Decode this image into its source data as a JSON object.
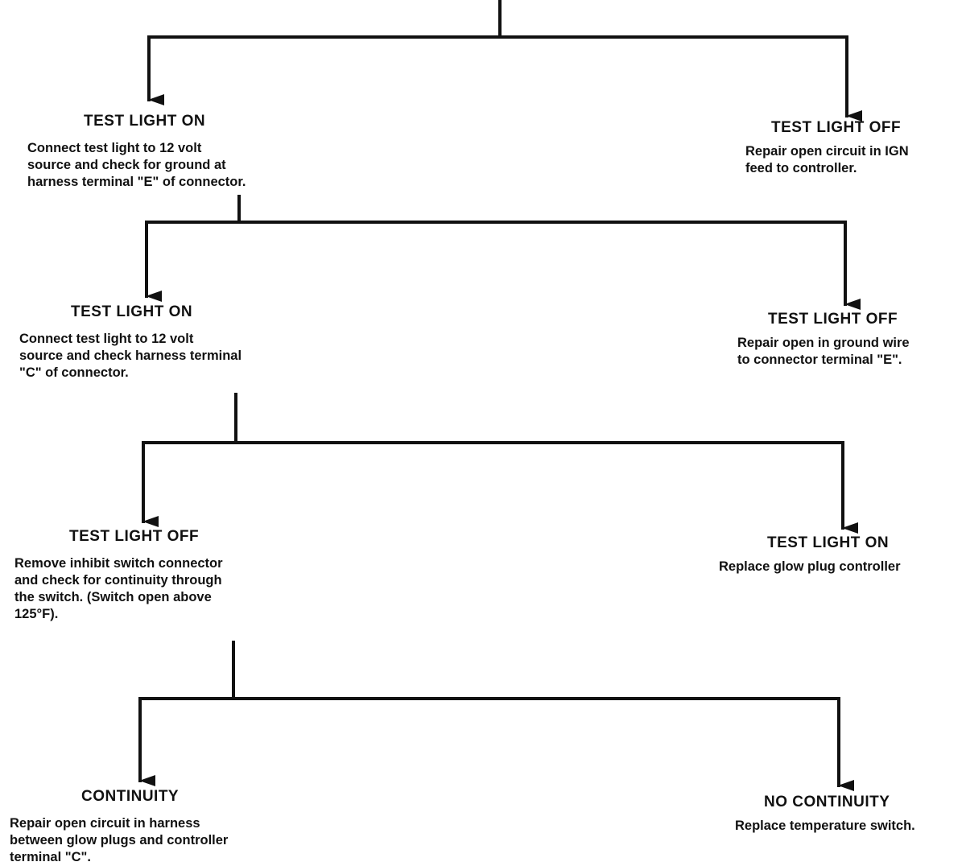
{
  "colors": {
    "ink": "#111111",
    "background": "#ffffff"
  },
  "flowchart": {
    "nodes": [
      {
        "id": "n1-left",
        "heading": "TEST LIGHT ON",
        "body": "Connect test light to 12 volt\nsource and check for ground at\nharness terminal \"E\" of connector."
      },
      {
        "id": "n1-right",
        "heading": "TEST LIGHT OFF",
        "body": "Repair open circuit in IGN\nfeed to controller."
      },
      {
        "id": "n2-left",
        "heading": "TEST LIGHT ON",
        "body": "Connect test light to 12 volt\nsource and check harness terminal\n\"C\" of connector."
      },
      {
        "id": "n2-right",
        "heading": "TEST LIGHT OFF",
        "body": "Repair open in ground wire\nto connector terminal \"E\"."
      },
      {
        "id": "n3-left",
        "heading": "TEST LIGHT OFF",
        "body": "Remove inhibit switch connector\nand check for continuity through\nthe switch. (Switch open above\n125°F)."
      },
      {
        "id": "n3-right",
        "heading": "TEST LIGHT ON",
        "body": "Replace glow plug controller"
      },
      {
        "id": "n4-left",
        "heading": "CONTINUITY",
        "body": "Repair open circuit in harness\nbetween glow plugs and controller\nterminal \"C\"."
      },
      {
        "id": "n4-right",
        "heading": "NO CONTINUITY",
        "body": "Replace temperature switch."
      }
    ]
  }
}
